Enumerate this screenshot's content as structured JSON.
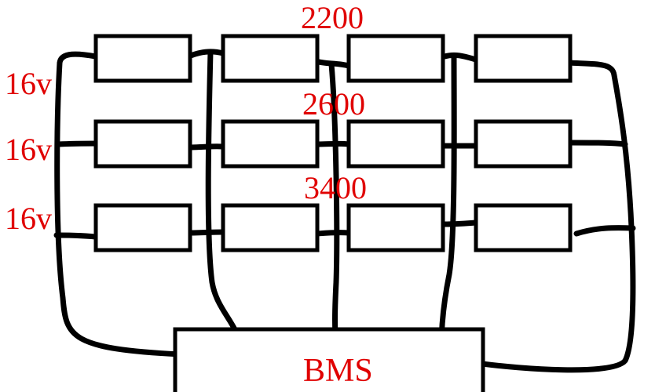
{
  "rows": [
    {
      "capacity": "2200",
      "voltage": "16v"
    },
    {
      "capacity": "2600",
      "voltage": "16v"
    },
    {
      "capacity": "3400",
      "voltage": "16v"
    }
  ],
  "bms": {
    "label": "BMS"
  },
  "colors": {
    "label": "#e00000",
    "line": "#000000",
    "background": "#ffffff"
  }
}
